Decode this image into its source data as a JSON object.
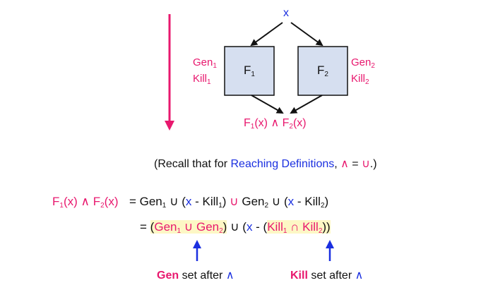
{
  "diagram": {
    "input_var": "x",
    "box1": {
      "label": "F",
      "sub": "1",
      "gen": "Gen",
      "gen_sub": "1",
      "kill": "Kill",
      "kill_sub": "1"
    },
    "box2": {
      "label": "F",
      "sub": "2",
      "gen": "Gen",
      "gen_sub": "2",
      "kill": "Kill",
      "kill_sub": "2"
    },
    "merge_left": "F",
    "merge_left_sub": "1",
    "merge_left_arg": "(x)",
    "meet_symbol": "∧",
    "merge_right": "F",
    "merge_right_sub": "2",
    "merge_right_arg": "(x)"
  },
  "note": {
    "prefix": "(Recall that for ",
    "highlight": "Reaching Definitions",
    "middle": ", ",
    "meet": "∧",
    "eq": " = ",
    "union": "∪",
    "suffix": ".)"
  },
  "equation": {
    "lhs_f1": "F",
    "lhs_f1_sub": "1",
    "lhs_f1_arg": "(x)",
    "lhs_meet": "∧",
    "lhs_f2": "F",
    "lhs_f2_sub": "2",
    "lhs_f2_arg": "(x)",
    "line1": {
      "eq": "=",
      "gen1": "Gen",
      "gen1_sub": "1",
      "u1": "∪",
      "open": "(",
      "x": "x",
      "minus_kill1": " - Kill",
      "kill1_sub": "1",
      "close": ")",
      "u2": "∪",
      "gen2": "Gen",
      "gen2_sub": "2",
      "u3": "∪",
      "open2": "(",
      "x2": "x",
      "minus_kill2": " - Kill",
      "kill2_sub": "2",
      "close2": ")"
    },
    "line2": {
      "eq": "=",
      "open": "(",
      "gen1": "Gen",
      "gen1_sub": "1",
      "union": "∪",
      "gen2": "Gen",
      "gen2_sub": "2",
      "close": ")",
      "u": "∪",
      "x_open": "(",
      "x": "x",
      "minus": " - (",
      "kill1": "Kill",
      "kill1_sub": "1",
      "inter": "∩",
      "kill2": "Kill",
      "kill2_sub": "2",
      "close2": "))"
    }
  },
  "annotations": {
    "gen_word": "Gen",
    "gen_rest": " set after ",
    "kill_word": "Kill",
    "kill_rest": " set after ",
    "meet": "∧"
  },
  "colors": {
    "pink": "#e8186e",
    "blue": "#1a2fe0",
    "box_fill": "#d6dff0",
    "highlight": "#fdf7c5"
  }
}
